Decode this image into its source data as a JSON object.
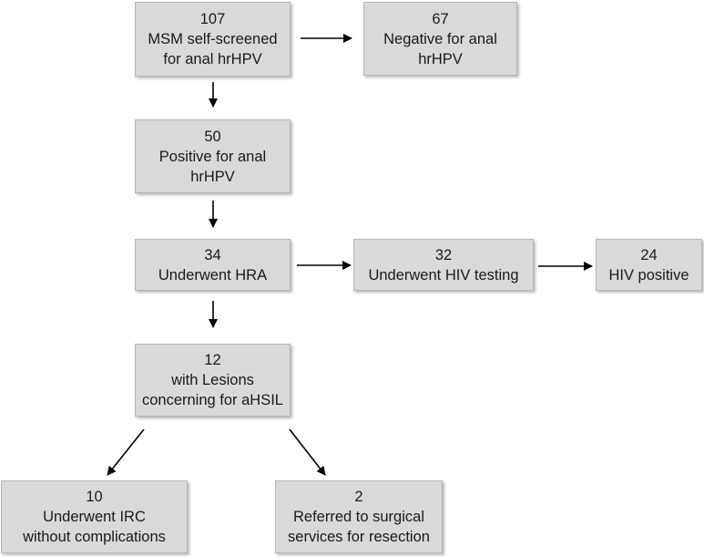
{
  "boxes": {
    "screened": {
      "count": "107",
      "lines": [
        "MSM self-screened",
        "for anal hrHPV"
      ]
    },
    "negative": {
      "count": "67",
      "lines": [
        "Negative for anal",
        "hrHPV"
      ]
    },
    "positive": {
      "count": "50",
      "lines": [
        "Positive for anal",
        "hrHPV"
      ]
    },
    "hra": {
      "count": "34",
      "lines": [
        "Underwent HRA"
      ]
    },
    "hiv_test": {
      "count": "32",
      "lines": [
        "Underwent HIV testing"
      ]
    },
    "hiv_pos": {
      "count": "24",
      "lines": [
        "HIV positive"
      ]
    },
    "lesions": {
      "count": "12",
      "lines": [
        "with Lesions",
        "concerning for aHSIL"
      ]
    },
    "irc": {
      "count": "10",
      "lines": [
        "Underwent IRC",
        "without complications"
      ]
    },
    "surgical": {
      "count": "2",
      "lines": [
        "Referred to surgical",
        "services for resection"
      ]
    }
  },
  "colors": {
    "box_fill": "#d9d9d9",
    "box_border": "#b5b5b5",
    "arrow": "#000000",
    "text": "#1a1a1a"
  }
}
